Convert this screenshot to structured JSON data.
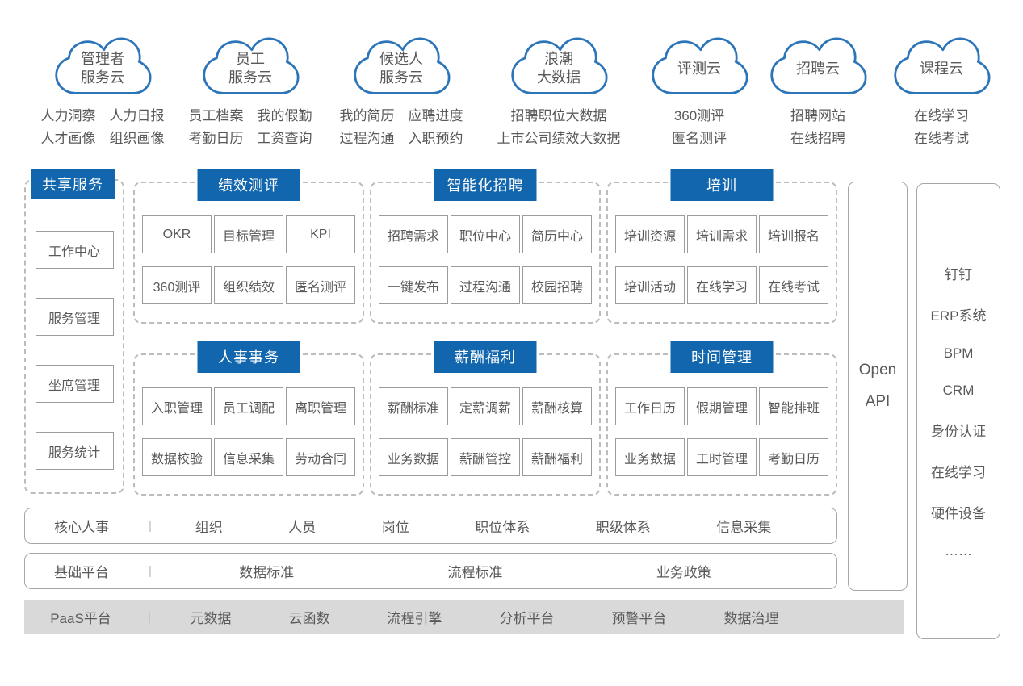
{
  "colors": {
    "accent_blue": "#1166ad",
    "cloud_stroke": "#2d75b9",
    "text_gray": "#58595b",
    "border_gray": "#9c9c9c",
    "dashed_gray": "#bcbcbc",
    "paas_bar_bg": "#d9d9d9"
  },
  "clouds": [
    {
      "line1": "管理者",
      "line2": "服务云",
      "features": [
        "人力洞察　人力日报",
        "人才画像　组织画像"
      ]
    },
    {
      "line1": "员工",
      "line2": "服务云",
      "features": [
        "员工档案　我的假勤",
        "考勤日历　工资查询"
      ]
    },
    {
      "line1": "候选人",
      "line2": "服务云",
      "features": [
        "我的简历　应聘进度",
        "过程沟通　入职预约"
      ]
    },
    {
      "line1": "浪潮",
      "line2": "大数据",
      "features": [
        "招聘职位大数据",
        "上市公司绩效大数据"
      ]
    },
    {
      "line1": "评测云",
      "features": [
        "360测评",
        "匿名测评"
      ]
    },
    {
      "line1": "招聘云",
      "features": [
        "招聘网站",
        "在线招聘"
      ]
    },
    {
      "line1": "课程云",
      "features": [
        "在线学习",
        "在线考试"
      ]
    }
  ],
  "shared": {
    "title": "共享服务",
    "items": [
      "工作中心",
      "服务管理",
      "坐席管理",
      "服务统计"
    ]
  },
  "modules": [
    {
      "title": "绩效测评",
      "cells": [
        "OKR",
        "目标管理",
        "KPI",
        "360测评",
        "组织绩效",
        "匿名测评"
      ]
    },
    {
      "title": "智能化招聘",
      "cells": [
        "招聘需求",
        "职位中心",
        "简历中心",
        "一键发布",
        "过程沟通",
        "校园招聘"
      ]
    },
    {
      "title": "培训",
      "cells": [
        "培训资源",
        "培训需求",
        "培训报名",
        "培训活动",
        "在线学习",
        "在线考试"
      ]
    },
    {
      "title": "人事事务",
      "cells": [
        "入职管理",
        "员工调配",
        "离职管理",
        "数据校验",
        "信息采集",
        "劳动合同"
      ]
    },
    {
      "title": "薪酬福利",
      "cells": [
        "薪酬标准",
        "定薪调薪",
        "薪酬核算",
        "业务数据",
        "薪酬管控",
        "薪酬福利"
      ]
    },
    {
      "title": "时间管理",
      "cells": [
        "工作日历",
        "假期管理",
        "智能排班",
        "业务数据",
        "工时管理",
        "考勤日历"
      ]
    }
  ],
  "open_api": {
    "line1": "Open",
    "line2": "API"
  },
  "integrations": {
    "items": [
      "钉钉",
      "ERP系统",
      "BPM",
      "CRM",
      "身份认证",
      "在线学习",
      "硬件设备",
      "……"
    ]
  },
  "platform_rows": [
    {
      "label": "核心人事",
      "divider": "|",
      "items": [
        "组织",
        "人员",
        "岗位",
        "职位体系",
        "职级体系",
        "信息采集"
      ]
    },
    {
      "label": "基础平台",
      "divider": "|",
      "items": [
        "数据标准",
        "流程标准",
        "业务政策"
      ]
    },
    {
      "label": "PaaS平台",
      "divider": "|",
      "items": [
        "元数据",
        "云函数",
        "流程引擎",
        "分析平台",
        "预警平台",
        "数据治理"
      ]
    }
  ]
}
